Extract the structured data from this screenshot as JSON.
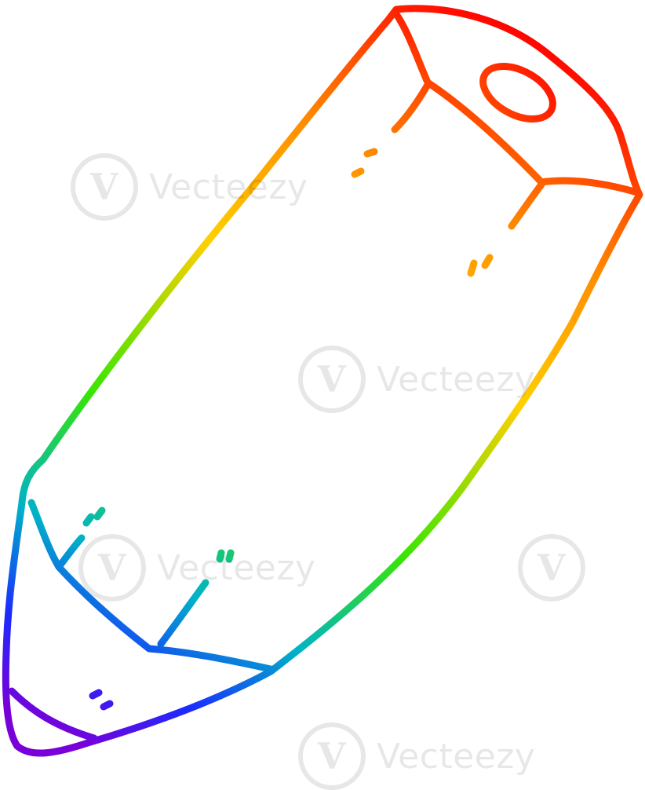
{
  "illustration": {
    "subject": "pencil",
    "style": "rainbow-gradient line art",
    "gradient_colors": [
      "#ff0000",
      "#ff8c00",
      "#ffd000",
      "#39e600",
      "#00b3c8",
      "#1a2bff",
      "#7a00d9"
    ]
  },
  "watermark": {
    "brand": "Vecteezy",
    "logo_glyph": "V",
    "icon": "vecteezy-logo-icon"
  }
}
